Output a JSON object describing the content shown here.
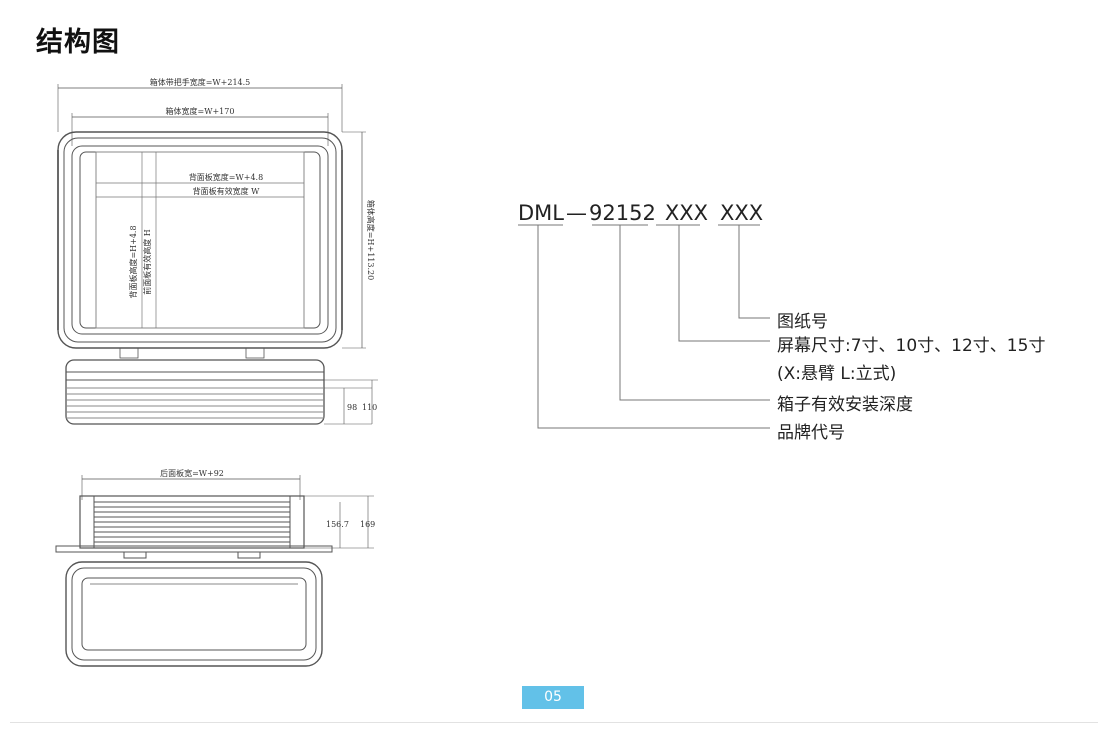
{
  "title": "结构图",
  "code": {
    "brand": "DML",
    "dash": "—",
    "depth": "92152",
    "size": "XXX",
    "drawing": "XXX"
  },
  "legend": [
    "图纸号",
    "屏幕尺寸:7寸、10寸、12寸、15寸",
    "(X:悬臂  L:立式)",
    "箱子有效安装深度",
    "品牌代号"
  ],
  "dimensions": {
    "overall_width": "箱体带把手宽度=W+214.5",
    "box_width": "箱体宽度=W+170",
    "panel_width": "背面板宽度=W+4.8",
    "effective_width": "背面板有效宽度 W",
    "panel_height": "背面板高度=H+4.8",
    "effective_height": "前面板有效高度 H",
    "box_height": "箱体高度=H+113.20",
    "depth_inner": "98",
    "depth_outer": "110",
    "rear_width": "后面板宽=W+92",
    "side_inner": "156.7",
    "side_outer": "169"
  },
  "page_number": "05"
}
